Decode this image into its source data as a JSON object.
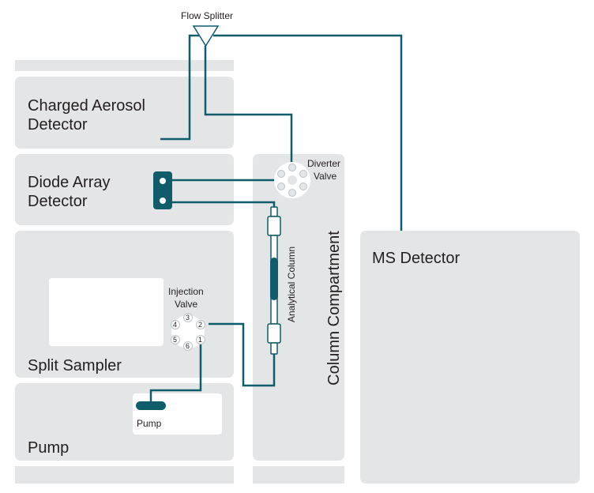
{
  "colors": {
    "module": "#e4e5e6",
    "tubing": "#0f5c6b",
    "text": "#231f20",
    "valve_port": "#c6ced2"
  },
  "flow_splitter": {
    "label": "Flow Splitter",
    "icon": "triangle-splitter-icon"
  },
  "modules": {
    "charged_aerosol": {
      "line1": "Charged Aerosol",
      "line2": "Detector"
    },
    "diode_array": {
      "line1": "Diode Array",
      "line2": "Detector"
    },
    "split_sampler": {
      "label": "Split Sampler"
    },
    "pump_module": {
      "label": "Pump"
    },
    "column_compartment": {
      "label": "Column Compartment"
    },
    "ms_detector": {
      "label": "MS Detector"
    }
  },
  "diverter_valve": {
    "line1": "Diverter",
    "line2": "Valve"
  },
  "injection_valve": {
    "line1": "Injection",
    "line2": "Valve",
    "ports": [
      "3",
      "2",
      "1",
      "6",
      "5",
      "4"
    ]
  },
  "analytical_column": {
    "label": "Analytical Column"
  },
  "pump_head": {
    "label": "Pump"
  }
}
